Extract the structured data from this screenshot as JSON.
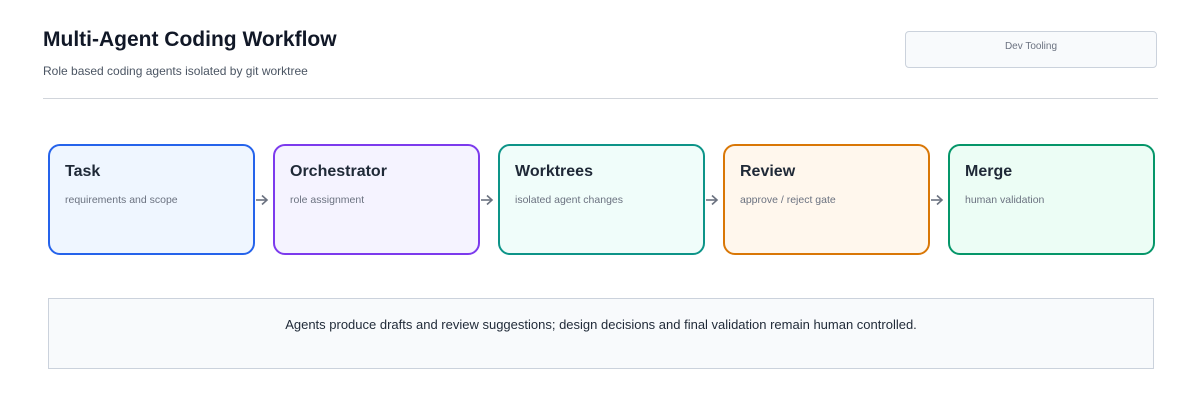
{
  "header": {
    "title": "Multi-Agent Coding Workflow",
    "subtitle": "Role based coding agents isolated by git worktree",
    "tag": "Dev Tooling"
  },
  "stages": [
    {
      "title": "Task",
      "desc": "requirements and scope",
      "border": "#2563eb",
      "fill": "#eff6ff"
    },
    {
      "title": "Orchestrator",
      "desc": "role assignment",
      "border": "#7c3aed",
      "fill": "#f5f3ff"
    },
    {
      "title": "Worktrees",
      "desc": "isolated agent changes",
      "border": "#0d9488",
      "fill": "#f0fdfa"
    },
    {
      "title": "Review",
      "desc": "approve / reject gate",
      "border": "#d97706",
      "fill": "#fff7ed"
    },
    {
      "title": "Merge",
      "desc": "human validation",
      "border": "#059669",
      "fill": "#ecfdf5"
    }
  ],
  "note": "Agents produce drafts and review suggestions; design decisions and final validation remain human controlled.",
  "colors": {
    "arrow": "#6b7280",
    "divider": "#d1d5db"
  }
}
